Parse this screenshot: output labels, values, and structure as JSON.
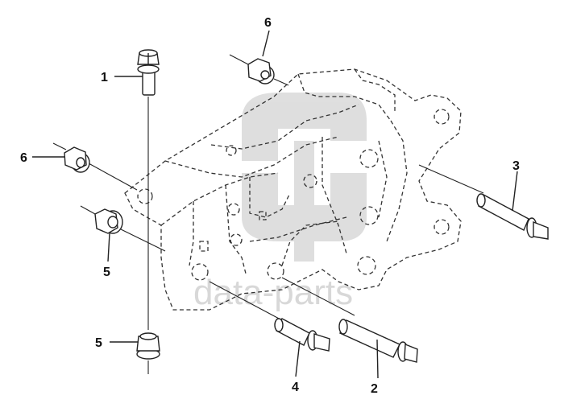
{
  "watermark": {
    "text": "data-parts"
  },
  "callouts": [
    {
      "id": "1",
      "label": "1"
    },
    {
      "id": "2",
      "label": "2"
    },
    {
      "id": "3",
      "label": "3"
    },
    {
      "id": "4",
      "label": "4"
    },
    {
      "id": "5a",
      "label": "5"
    },
    {
      "id": "5b",
      "label": "5"
    },
    {
      "id": "6a",
      "label": "6"
    },
    {
      "id": "6b",
      "label": "6"
    }
  ]
}
